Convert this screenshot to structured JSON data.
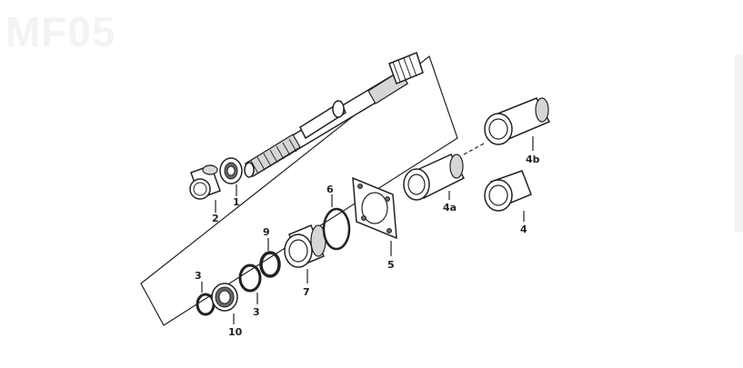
{
  "watermark": "MF05",
  "top_right_text": "",
  "labels": {
    "p1": "1",
    "p2": "2",
    "p3a": "3",
    "p3b": "3",
    "p4": "4",
    "p4a": "4a",
    "p4b": "4b",
    "p5": "5",
    "p6": "6",
    "p7": "7",
    "p9": "9",
    "p10": "10"
  }
}
